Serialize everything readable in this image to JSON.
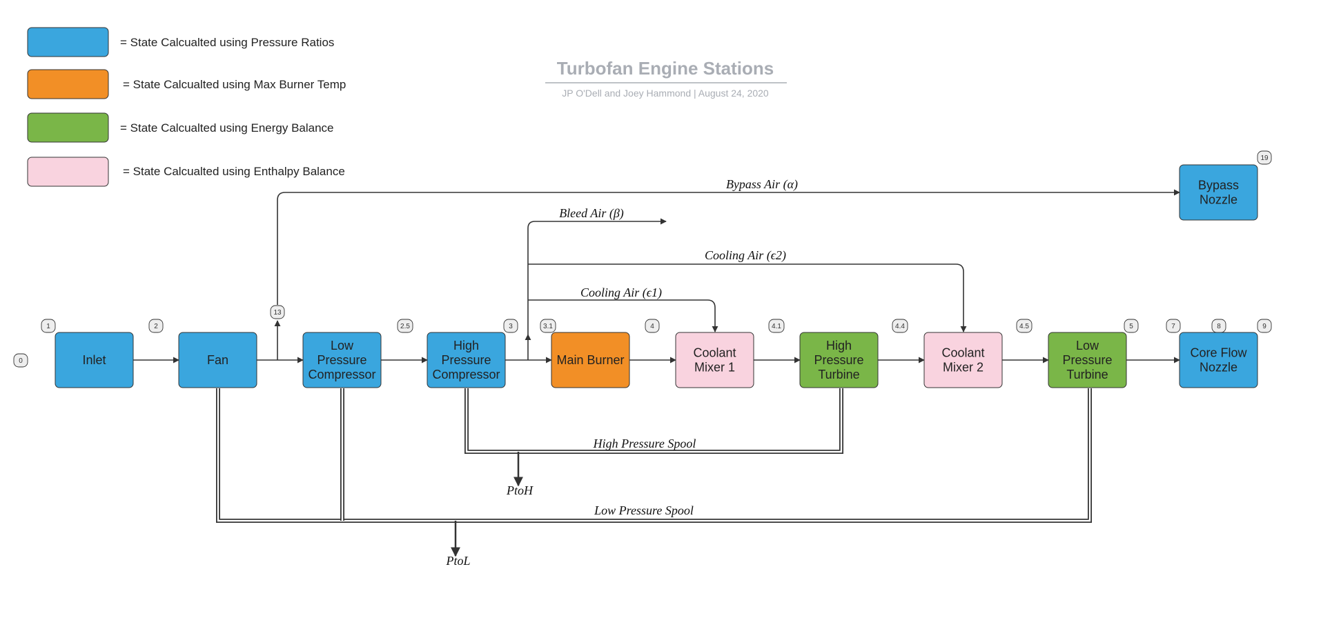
{
  "title": "Turbofan Engine Stations",
  "subtitle": "JP O'Dell and Joey Hammond  |  August 24, 2020",
  "colors": {
    "pressure_ratio": "#3aa6de",
    "max_burner_temp": "#f28f26",
    "energy_balance": "#7ab648",
    "enthalpy_balance": "#f9d3df"
  },
  "legend": [
    {
      "color_key": "pressure_ratio",
      "label": "= State Calcualted using Pressure Ratios"
    },
    {
      "color_key": "max_burner_temp",
      "label": "= State Calcualted using Max Burner Temp"
    },
    {
      "color_key": "energy_balance",
      "label": "= State Calcualted using Energy Balance"
    },
    {
      "color_key": "enthalpy_balance",
      "label": "= State Calcualted using Enthalpy Balance"
    }
  ],
  "components": {
    "inlet": {
      "lines": [
        "Inlet"
      ],
      "color_key": "pressure_ratio"
    },
    "fan": {
      "lines": [
        "Fan"
      ],
      "color_key": "pressure_ratio"
    },
    "lpc": {
      "lines": [
        "Low",
        "Pressure",
        "Compressor"
      ],
      "color_key": "pressure_ratio"
    },
    "hpc": {
      "lines": [
        "High",
        "Pressure",
        "Compressor"
      ],
      "color_key": "pressure_ratio"
    },
    "burner": {
      "lines": [
        "Main Burner"
      ],
      "color_key": "max_burner_temp"
    },
    "mixer1": {
      "lines": [
        "Coolant",
        "Mixer 1"
      ],
      "color_key": "enthalpy_balance"
    },
    "hpt": {
      "lines": [
        "High",
        "Pressure",
        "Turbine"
      ],
      "color_key": "energy_balance"
    },
    "mixer2": {
      "lines": [
        "Coolant",
        "Mixer 2"
      ],
      "color_key": "enthalpy_balance"
    },
    "lpt": {
      "lines": [
        "Low",
        "Pressure",
        "Turbine"
      ],
      "color_key": "energy_balance"
    },
    "core_nozzle": {
      "lines": [
        "Core Flow",
        "Nozzle"
      ],
      "color_key": "pressure_ratio"
    },
    "bypass_nozzle": {
      "lines": [
        "Bypass",
        "Nozzle"
      ],
      "color_key": "pressure_ratio"
    }
  },
  "stations": {
    "s0": "0",
    "s1": "1",
    "s2": "2",
    "s13": "13",
    "s25": "2.5",
    "s3": "3",
    "s31": "3.1",
    "s4": "4",
    "s41": "4.1",
    "s44": "4.4",
    "s45": "4.5",
    "s5": "5",
    "s7": "7",
    "s8": "8",
    "s9": "9",
    "s19": "19"
  },
  "flow_labels": {
    "bypass": "Bypass Air (α)",
    "bleed": "Bleed Air (β)",
    "cooling2": "Cooling Air (ϵ2)",
    "cooling1": "Cooling Air (ϵ1)",
    "hp_spool": "High Pressure Spool",
    "lp_spool": "Low Pressure Spool",
    "ptoh": "PtoH",
    "ptol": "PtoL"
  }
}
